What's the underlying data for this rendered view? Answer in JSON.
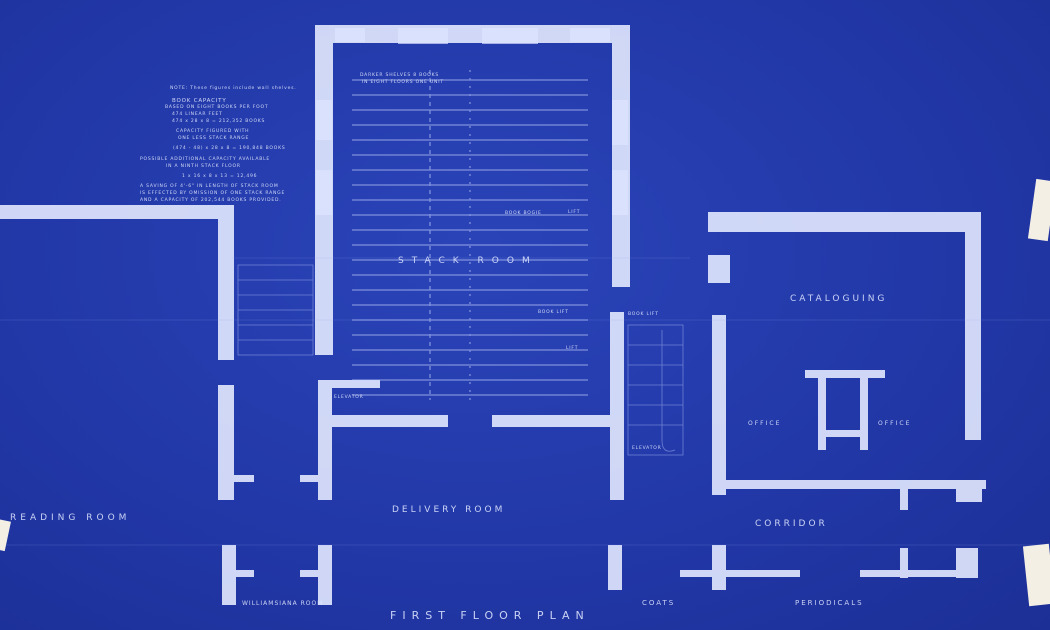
{
  "title": "FIRST FLOOR PLAN",
  "rooms": {
    "reading_room": "READING ROOM",
    "delivery_room": "DELIVERY ROOM",
    "stack_room": "STACK ROOM",
    "cataloguing": "CATALOGUING",
    "corridor": "CORRIDOR",
    "periodicals": "PERIODICALS",
    "coats": "COATS",
    "office_left": "OFFICE",
    "office_right": "OFFICE",
    "williamsiana": "WILLIAMSIANA ROOM"
  },
  "notes": {
    "note_title": "NOTE: These figures include wall shelves.",
    "capacity_heading": "BOOK CAPACITY",
    "capacity_sub": "BASED ON EIGHT BOOKS PER FOOT",
    "linear_feet": "474 LINEAR FEET",
    "calc_1": "474 x 28 x 8 = 212,352 BOOKS",
    "capacity_with": "CAPACITY FIGURED WITH",
    "capacity_less": "ONE LESS STACK RANGE",
    "calc_2": "(474 - 48) x 28 x 8 = 190,848 BOOKS",
    "possible_1": "POSSIBLE ADDITIONAL CAPACITY AVAILABLE",
    "possible_2": "IN A NINTH STACK FLOOR",
    "calc_3": "1 x 16 x 8 x 13 = 12,496",
    "saving_1": "A SAVING OF 4'-6\" IN LENGTH OF STACK ROOM",
    "saving_2": "IS EFFECTED BY OMISSION OF ONE STACK RANGE",
    "saving_3": "AND A CAPACITY OF 202,544 BOOKS PROVIDED."
  },
  "small_labels": {
    "stack_top": "DARKER SHELVES 8 BOOKS",
    "stack_top_2": "IN EIGHT FLOORS ONE UNIT",
    "book_bogie": "BOOK BOGIE",
    "lift": "LIFT",
    "lift_2": "LIFT",
    "book_lift": "BOOK LIFT",
    "elevator": "ELEVATOR",
    "elevator_2": "ELEVATOR",
    "book_lift_2": "BOOK LIFT"
  }
}
